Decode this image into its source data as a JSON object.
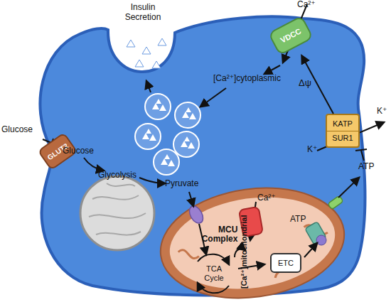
{
  "diagram": {
    "nodes": [
      {
        "text": [
          "VDCC"
        ]
      },
      {
        "text": [
          "GLUT2"
        ]
      },
      {
        "text": [
          "KATP",
          "SUR1"
        ]
      },
      {
        "text": [
          "MCU Complex"
        ]
      },
      {
        "text": [
          "ETC"
        ]
      }
    ],
    "edges": [
      {
        "from": 2,
        "to": 0,
        "arrow": "to"
      }
    ],
    "labels": [
      "Ca²⁺",
      "Insulin Secretion",
      "[Ca²⁺]cytoplasmic",
      "Δψ",
      "K⁺",
      "K⁺",
      "ATP",
      "Glucose",
      "Glucose",
      "Glycolysis",
      "Pyruvate",
      "Ca²⁺",
      "[Ca²⁺]mitochondrial",
      "ATP",
      "TCA Cycle"
    ]
  }
}
